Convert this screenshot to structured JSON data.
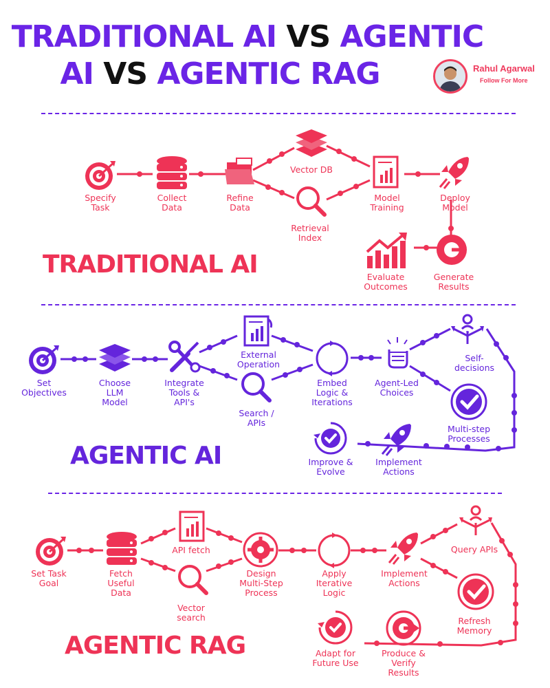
{
  "header": {
    "title_part1": "TRADITIONAL AI",
    "title_vs1": "VS",
    "title_part2": "AGENTIC",
    "title_part3": "AI",
    "title_vs2": "VS",
    "title_part4": "AGENTIC RAG",
    "author_name": "Rahul Agarwal",
    "author_tagline": "Follow For More"
  },
  "colors": {
    "red": "#ee3356",
    "purple": "#6425dc",
    "title_purple": "#6a24e6"
  },
  "traditional": {
    "title": "TRADITIONAL AI",
    "nodes": {
      "specify": "Specify\nTask",
      "collect": "Collect\nData",
      "refine": "Refine\nData",
      "vector_db": "Vector DB",
      "retrieval": "Retrieval\nIndex",
      "model_training": "Model\nTraining",
      "deploy": "Deploy\nModel",
      "evaluate": "Evaluate\nOutcomes",
      "generate": "Generate\nResults"
    }
  },
  "agentic_ai": {
    "title": "AGENTIC AI",
    "nodes": {
      "set_objectives": "Set\nObjectives",
      "choose_llm": "Choose\nLLM\nModel",
      "integrate": "Integrate\nTools &\nAPI's",
      "external": "External\nOperation",
      "search": "Search /\nAPIs",
      "embed": "Embed\nLogic &\nIterations",
      "agent_led": "Agent-Led\nChoices",
      "self_decisions": "Self-\ndecisions",
      "multistep": "Multi-step\nProcesses",
      "implement": "Implement\nActions",
      "improve": "Improve &\nEvolve"
    }
  },
  "agentic_rag": {
    "title": "AGENTIC RAG",
    "nodes": {
      "set_task_goal": "Set Task\nGoal",
      "fetch": "Fetch\nUseful\nData",
      "api_fetch": "API fetch",
      "vector_search": "Vector\nsearch",
      "design": "Design\nMulti-Step\nProcess",
      "apply": "Apply\nIterative\nLogic",
      "implement": "Implement\nActions",
      "query_apis": "Query APIs",
      "refresh": "Refresh\nMemory",
      "produce": "Produce &\nVerify\nResults",
      "adapt": "Adapt for\nFuture Use"
    }
  }
}
